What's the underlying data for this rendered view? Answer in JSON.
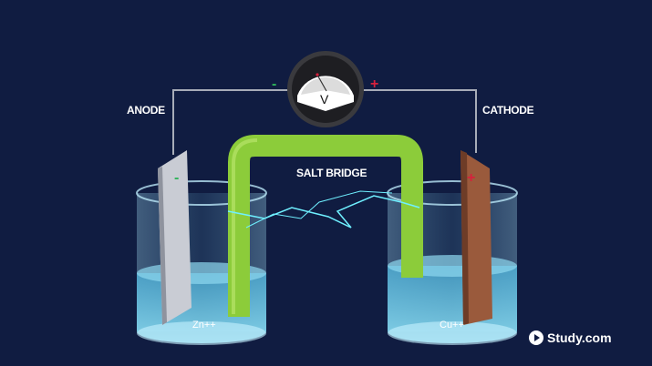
{
  "labels": {
    "anode": "ANODE",
    "cathode": "CATHODE",
    "salt_bridge": "SALT BRIDGE"
  },
  "ions": {
    "left": "Zn++",
    "right": "Cu++"
  },
  "voltmeter": {
    "unit": "V",
    "negative": "-",
    "positive": "+"
  },
  "electrodes": {
    "anode_sign": "-",
    "cathode_sign": "+"
  },
  "brand": {
    "logo": "Study.com"
  },
  "colors": {
    "background": "#101c41",
    "salt_bridge": "#8ccc3a",
    "zinc": "#c9ccd4",
    "copper": "#9a5a3c",
    "minus": "#2fb35a",
    "plus": "#d6213c"
  }
}
